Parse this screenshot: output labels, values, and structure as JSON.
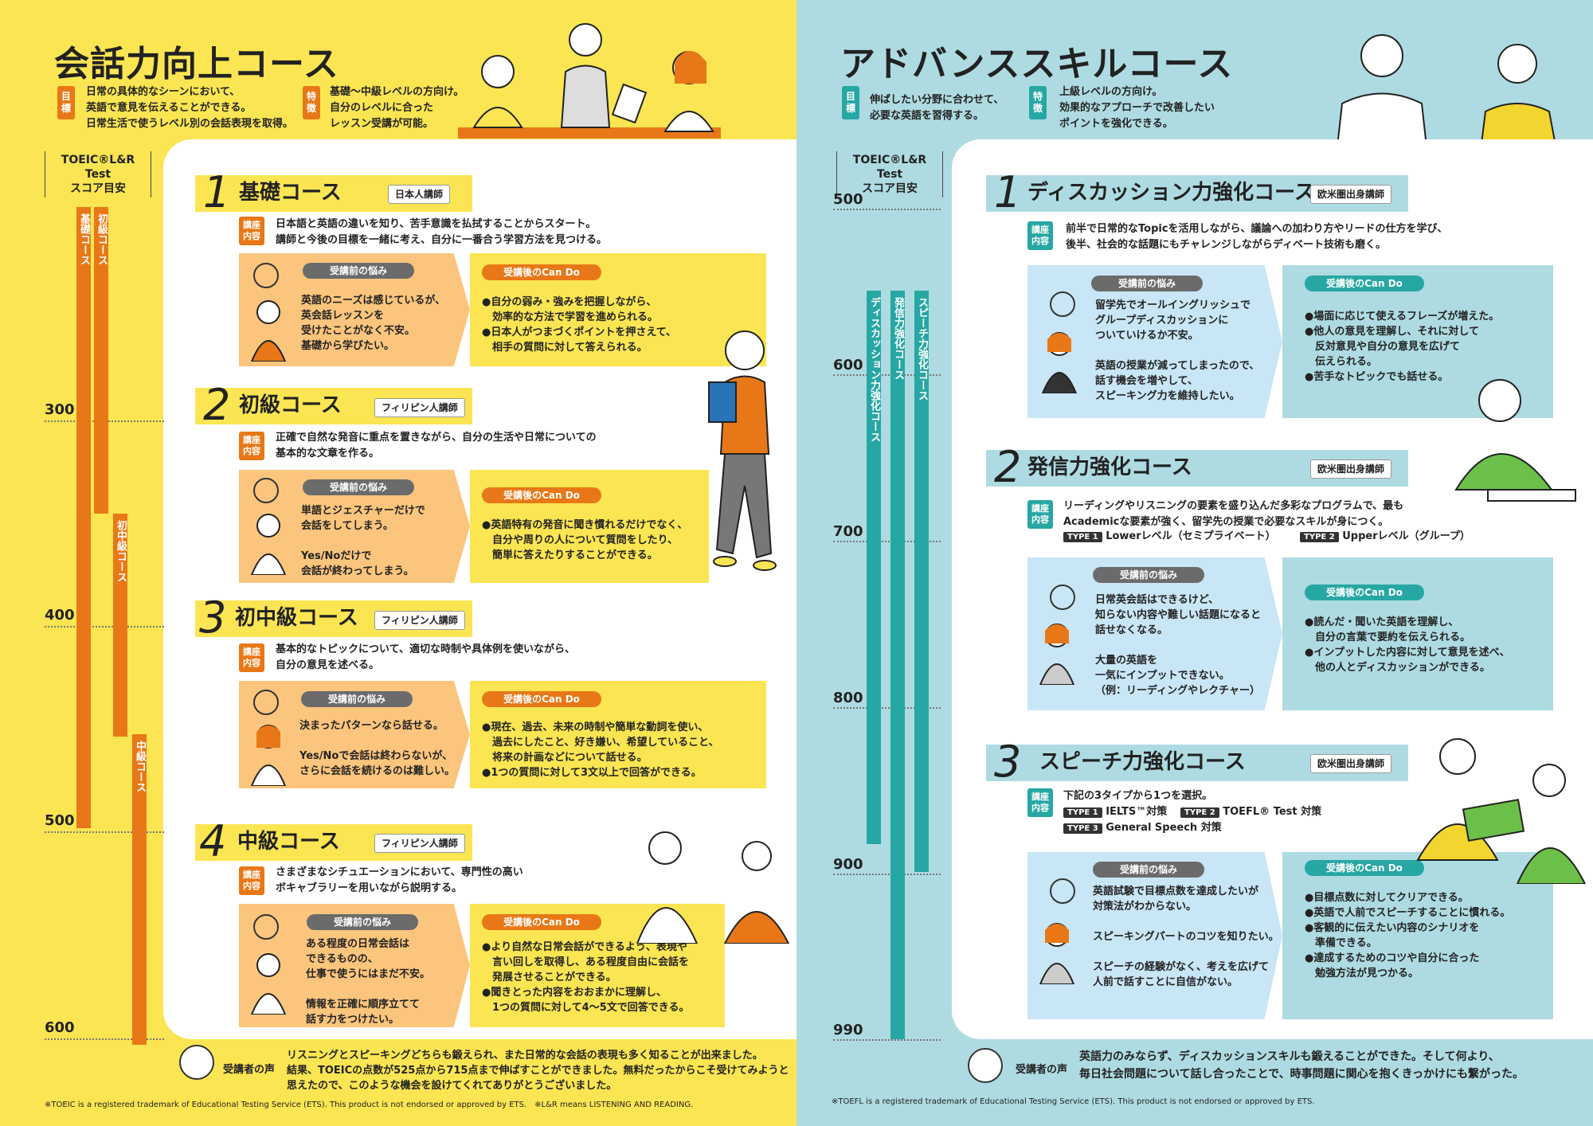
{
  "left": {
    "title": "会話力向上コース",
    "goal_tag": "目標",
    "goal_lines": [
      "日常の具体的なシーンにおいて、",
      "英語で意見を伝えることができる。",
      "日常生活で使うレベル別の会話表現を取得。"
    ],
    "feature_tag": "特徴",
    "feature_lines": [
      "基礎〜中級レベルの方向け。",
      "自分のレベルに合った",
      "レッスン受講が可能。"
    ],
    "toeic_label_1": "TOEIC®L&R Test",
    "toeic_label_2": "スコア目安",
    "scores": [
      "300",
      "400",
      "500",
      "600"
    ],
    "level_bars": [
      "基礎コース",
      "初級コース",
      "初中級コース",
      "中級コース"
    ],
    "courses": [
      {
        "num": "1",
        "title": "基礎コース",
        "instructor": "日本人講師",
        "tag": "講座内容",
        "desc": [
          "日本語と英語の違いを知り、苦手意識を払拭することからスタート。",
          "講師と今後の目標を一緒に考え、自分に一番合う学習方法を見つける。"
        ],
        "before_label": "受講前の悩み",
        "before": [
          "英語のニーズは感じているが、",
          "英会話レッスンを",
          "受けたことがなく不安。",
          "基礎から学びたい。"
        ],
        "after_label": "受講後のCan Do",
        "after": [
          "●自分の弱み・強みを把握しながら、",
          "　効率的な方法で学習を進められる。",
          "●日本人がつまづくポイントを押さえて、",
          "　相手の質問に対して答えられる。"
        ]
      },
      {
        "num": "2",
        "title": "初級コース",
        "instructor": "フィリピン人講師",
        "tag": "講座内容",
        "desc": [
          "正確で自然な発音に重点を置きながら、自分の生活や日常についての",
          "基本的な文章を作る。"
        ],
        "before_label": "受講前の悩み",
        "before": [
          "単語とジェスチャーだけで",
          "会話をしてしまう。",
          "",
          "Yes/Noだけで",
          "会話が終わってしまう。"
        ],
        "after_label": "受講後のCan Do",
        "after": [
          "●英語特有の発音に聞き慣れるだけでなく、",
          "　自分や周りの人について質問をしたり、",
          "　簡単に答えたりすることができる。"
        ]
      },
      {
        "num": "3",
        "title": "初中級コース",
        "instructor": "フィリピン人講師",
        "tag": "講座内容",
        "desc": [
          "基本的なトピックについて、適切な時制や具体例を使いながら、",
          "自分の意見を述べる。"
        ],
        "before_label": "受講前の悩み",
        "before": [
          "決まったパターンなら話せる。",
          "",
          "Yes/Noで会話は終わらないが、",
          "さらに会話を続けるのは難しい。"
        ],
        "after_label": "受講後のCan Do",
        "after": [
          "●現在、過去、未来の時制や簡単な動詞を使い、",
          "　過去にしたこと、好き嫌い、希望していること、",
          "　将来の計画などについて話せる。",
          "●1つの質問に対して3文以上で回答ができる。"
        ]
      },
      {
        "num": "4",
        "title": "中級コース",
        "instructor": "フィリピン人講師",
        "tag": "講座内容",
        "desc": [
          "さまざまなシチュエーションにおいて、専門性の高い",
          "ボキャブラリーを用いながら説明する。"
        ],
        "before_label": "受講前の悩み",
        "before": [
          "ある程度の日常会話は",
          "できるものの、",
          "仕事で使うにはまだ不安。",
          "",
          "情報を正確に順序立てて",
          "話す力をつけたい。"
        ],
        "after_label": "受講後のCan Do",
        "after": [
          "●より自然な日常会話ができるよう、表現や",
          "　言い回しを取得し、ある程度自由に会話を",
          "　発展させることができる。",
          "●聞きとった内容をおおまかに理解し、",
          "　1つの質問に対して4〜5文で回答できる。"
        ]
      }
    ],
    "voice_label": "受講者の声",
    "voice": [
      "リスニングとスピーキングどちらも鍛えられ、また日常的な会話の表現も多く知ることが出来ました。",
      "結果、TOEICの点数が525点から715点まで伸ばすことができました。無料だったからこそ受けてみようと",
      "思えたので、このような機会を設けてくれてありがとうございました。"
    ],
    "footnote": "※TOEIC is a registered trademark of Educational Testing Service (ETS). This product is not endorsed or approved by ETS.　※L&R means LISTENING AND READING."
  },
  "right": {
    "title": "アドバンススキルコース",
    "goal_tag": "目標",
    "goal_lines": [
      "伸ばしたい分野に合わせて、",
      "必要な英語を習得する。"
    ],
    "feature_tag": "特徴",
    "feature_lines": [
      "上級レベルの方向け。",
      "効果的なアプローチで改善したい",
      "ポイントを強化できる。"
    ],
    "toeic_label_1": "TOEIC®L&R Test",
    "toeic_label_2": "スコア目安",
    "scores": [
      "500",
      "600",
      "700",
      "800",
      "900",
      "990"
    ],
    "level_bars": [
      "ディスカッション力強化コース",
      "発信力強化コース",
      "スピーチ力強化コース"
    ],
    "courses": [
      {
        "num": "1",
        "title": "ディスカッション力強化コース",
        "instructor": "欧米圏出身講師",
        "tag": "講座内容",
        "desc": [
          "前半で日常的なTopicを活用しながら、議論への加わり方やリードの仕方を学び、",
          "後半、社会的な話題にもチャレンジしながらディベート技術も磨く。"
        ],
        "before_label": "受講前の悩み",
        "before": [
          "留学先でオールイングリッシュで",
          "グループディスカッションに",
          "ついていけるか不安。",
          "",
          "英語の授業が減ってしまったので、",
          "話す機会を増やして、",
          "スピーキング力を維持したい。"
        ],
        "after_label": "受講後のCan Do",
        "after": [
          "●場面に応じて使えるフレーズが増えた。",
          "●他人の意見を理解し、それに対して",
          "　反対意見や自分の意見を広げて",
          "　伝えられる。",
          "●苦手なトピックでも話せる。"
        ]
      },
      {
        "num": "2",
        "title": "発信力強化コース",
        "instructor": "欧米圏出身講師",
        "tag": "講座内容",
        "desc": [
          "リーディングやリスニングの要素を盛り込んだ多彩なプログラムで、最も",
          "Academicな要素が強く、留学先の授業で必要なスキルが身につく。"
        ],
        "types": [
          [
            "TYPE 1",
            "Lowerレベル（セミプライベート）"
          ],
          [
            "TYPE 2",
            "Upperレベル（グループ）"
          ]
        ],
        "before_label": "受講前の悩み",
        "before": [
          "日常英会話はできるけど、",
          "知らない内容や難しい話題になると",
          "話せなくなる。",
          "",
          "大量の英語を",
          "一気にインプットできない。",
          "（例：リーディングやレクチャー）"
        ],
        "after_label": "受講後のCan Do",
        "after": [
          "●読んだ・聞いた英語を理解し、",
          "　自分の言葉で要約を伝えられる。",
          "●インプットした内容に対して意見を述べ、",
          "　他の人とディスカッションができる。"
        ]
      },
      {
        "num": "3",
        "title": "スピーチ力強化コース",
        "instructor": "欧米圏出身講師",
        "tag": "講座内容",
        "desc": [
          "下記の3タイプから1つを選択。"
        ],
        "types": [
          [
            "TYPE 1",
            "IELTS™対策"
          ],
          [
            "TYPE 2",
            "TOEFL® Test 対策"
          ],
          [
            "TYPE 3",
            "General Speech 対策"
          ]
        ],
        "before_label": "受講前の悩み",
        "before": [
          "英語試験で目標点数を達成したいが",
          "対策法がわからない。",
          "",
          "スピーキングパートのコツを知りたい。",
          "",
          "スピーチの経験がなく、考えを広げて",
          "人前で話すことに自信がない。"
        ],
        "after_label": "受講後のCan Do",
        "after": [
          "●目標点数に対してクリアできる。",
          "●英語で人前でスピーチすることに慣れる。",
          "●客観的に伝えたい内容のシナリオを",
          "　準備できる。",
          "●達成するためのコツや自分に合った",
          "　勉強方法が見つかる。"
        ]
      }
    ],
    "voice_label": "受講者の声",
    "voice": [
      "英語力のみならず、ディスカッションスキルも鍛えることができた。そして何より、",
      "毎日社会問題について話し合ったことで、時事問題に関心を抱くきっかけにも繋がった。"
    ],
    "footnote": "※TOEFL is a registered trademark of Educational Testing Service (ETS). This product is not endorsed or approved by ETS."
  },
  "colors": {
    "yellow": "#fbe552",
    "blue": "#aedbe1",
    "orange": "#e87817",
    "teal": "#27a7a3"
  }
}
